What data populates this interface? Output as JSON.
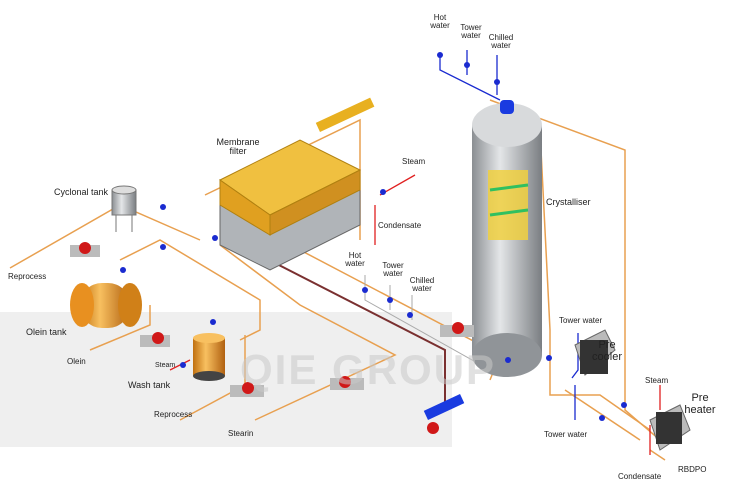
{
  "labels": {
    "top_hot_water": "Hot water",
    "top_tower_water": "Tower water",
    "top_chilled_water": "Chilled water",
    "membrane_filter": "Membrane filter",
    "steam_top": "Steam",
    "condensate_mid": "Condensate",
    "cyclonal_tank": "Cyclonal tank",
    "reprocess_left": "Reprocess",
    "crystalliser": "Crystalliser",
    "mid_hot_water": "Hot water",
    "mid_tower_water": "Tower water",
    "mid_chilled_water": "Chilled water",
    "olein_tank": "Olein tank",
    "olein": "Olein",
    "steam_wash": "Steam",
    "wash_tank": "Wash tank",
    "reprocess_bottom": "Reprocess",
    "stearin": "Stearin",
    "tower_water_in": "Tower water",
    "pre_cooler": "Pre cooler",
    "tower_water_out": "Tower water",
    "steam_heater": "Steam",
    "pre_heater": "Pre heater",
    "condensate_bottom": "Condensate",
    "rbdpo": "RBDPO"
  },
  "watermark": "QIE GROUP",
  "colors": {
    "oil_line": "#e8a050",
    "stearin_line": "#7a3030",
    "water_line": "#1a2bd0",
    "steam_line": "#e02020",
    "tank": "#e8a020",
    "vessel": "#b8bcc0"
  }
}
